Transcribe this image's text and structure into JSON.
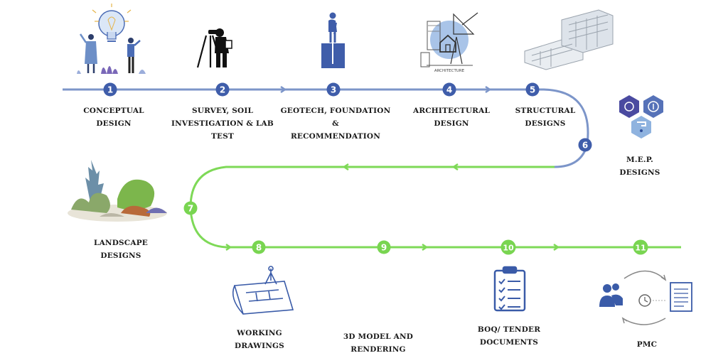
{
  "steps": [
    {
      "num": "1",
      "label": [
        "CONCEPTUAL",
        "DESIGN"
      ],
      "icon": "lightbulb-team-icon"
    },
    {
      "num": "2",
      "label": [
        "SURVEY, SOIL",
        "INVESTIGATION & LAB",
        "TEST"
      ],
      "icon": "surveyor-icon"
    },
    {
      "num": "3",
      "label": [
        "GEOTECH, FOUNDATION &",
        "RECOMMENDATION"
      ],
      "icon": "geotech-icon"
    },
    {
      "num": "4",
      "label": [
        "ARCHITECTURAL",
        "DESIGN"
      ],
      "icon": "architecture-icon",
      "icon_caption": "ARCHITECTURE"
    },
    {
      "num": "5",
      "label": [
        "STRUCTURAL",
        "DESIGNS"
      ],
      "icon": "building-frame-icon"
    },
    {
      "num": "6",
      "label": [
        "M.E.P.",
        "DESIGNS"
      ],
      "icon": "mep-hexagons-icon"
    },
    {
      "num": "7",
      "label": [
        "LANDSCAPE",
        "DESIGNS"
      ],
      "icon": "landscape-garden-icon"
    },
    {
      "num": "8",
      "label": [
        "WORKING",
        "DRAWINGS"
      ],
      "icon": "blueprint-icon"
    },
    {
      "num": "9",
      "label": [
        "3D MODEL AND",
        "RENDERING"
      ],
      "icon": ""
    },
    {
      "num": "10",
      "label": [
        "BOQ/ TENDER",
        "DOCUMENTS"
      ],
      "icon": "clipboard-checklist-icon"
    },
    {
      "num": "11",
      "label": [
        "PMC"
      ],
      "icon": "project-management-icon"
    }
  ],
  "colors": {
    "blue_line": "#7c95c9",
    "blue_node": "#3f5daa",
    "green_line": "#7ed957",
    "green_node": "#79d551",
    "icon_blue": "#3a5ba8",
    "text": "#1a1a1a"
  }
}
